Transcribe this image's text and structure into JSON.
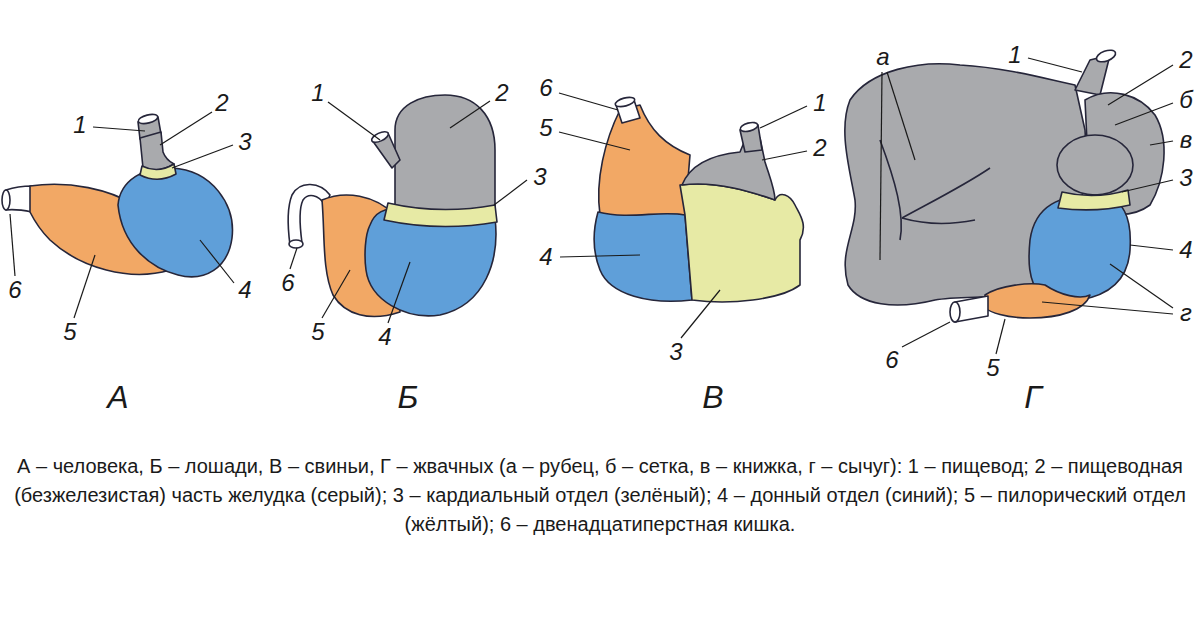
{
  "diagram": {
    "caption": "А – человека, Б – лошади, В – свиньи, Г – жвачных (а – рубец, б – сетка, в – книжка, г – сычуг): 1 – пищевод; 2 – пищеводная (безжелезистая) часть желудка (серый); 3 – кардиальный отдел (зелёный); 4 – донный отдел (синий); 5 – пилорический отдел (жёлтый); 6 – двенадцатиперстная кишка.",
    "labels": [
      "1",
      "2",
      "3",
      "4",
      "6",
      "5",
      "А",
      "1",
      "2",
      "3",
      "6",
      "5",
      "4",
      "Б",
      "6",
      "5",
      "1",
      "2",
      "4",
      "3",
      "В",
      "а",
      "1",
      "2",
      "б",
      "в",
      "3",
      "4",
      "г",
      "6",
      "5",
      "Г"
    ]
  }
}
